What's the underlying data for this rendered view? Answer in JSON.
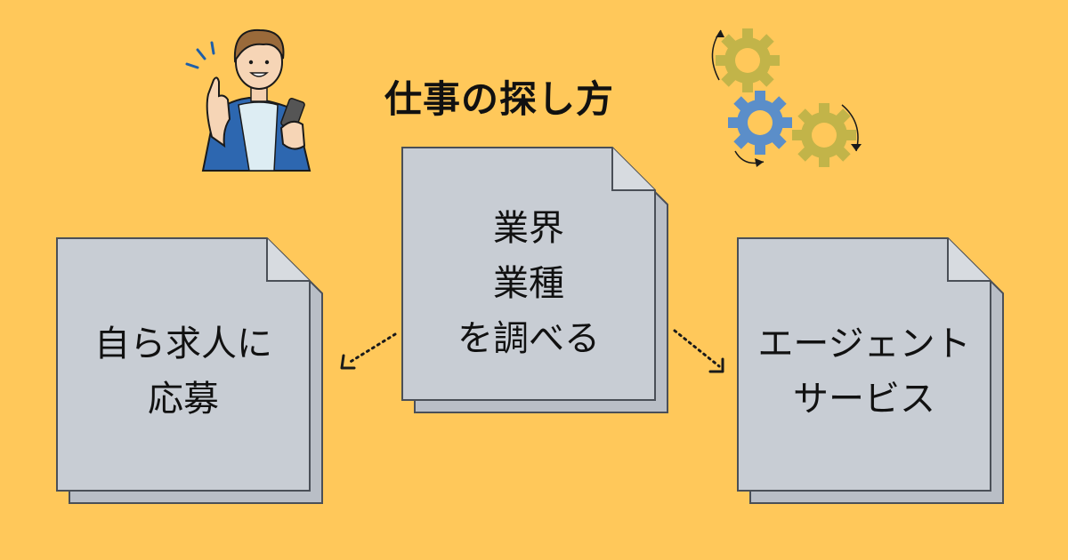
{
  "title": "仕事の探し方",
  "center_doc": {
    "lines": [
      "業界",
      "業種",
      "を調べる"
    ]
  },
  "left_doc": {
    "lines": [
      "自ら求人に",
      "応募"
    ]
  },
  "right_doc": {
    "lines": [
      "エージェント",
      "サービス"
    ]
  },
  "colors": {
    "background": "#FFC85A",
    "doc_face": "#C8CDD4",
    "doc_shadow": "#B9BEC6",
    "doc_stroke": "#4A4F57",
    "gear_olive": "#C2B449",
    "gear_blue": "#5B8EC9"
  },
  "icons": [
    "person-pointing-icon",
    "gears-icon",
    "dotted-arrow-icon"
  ]
}
